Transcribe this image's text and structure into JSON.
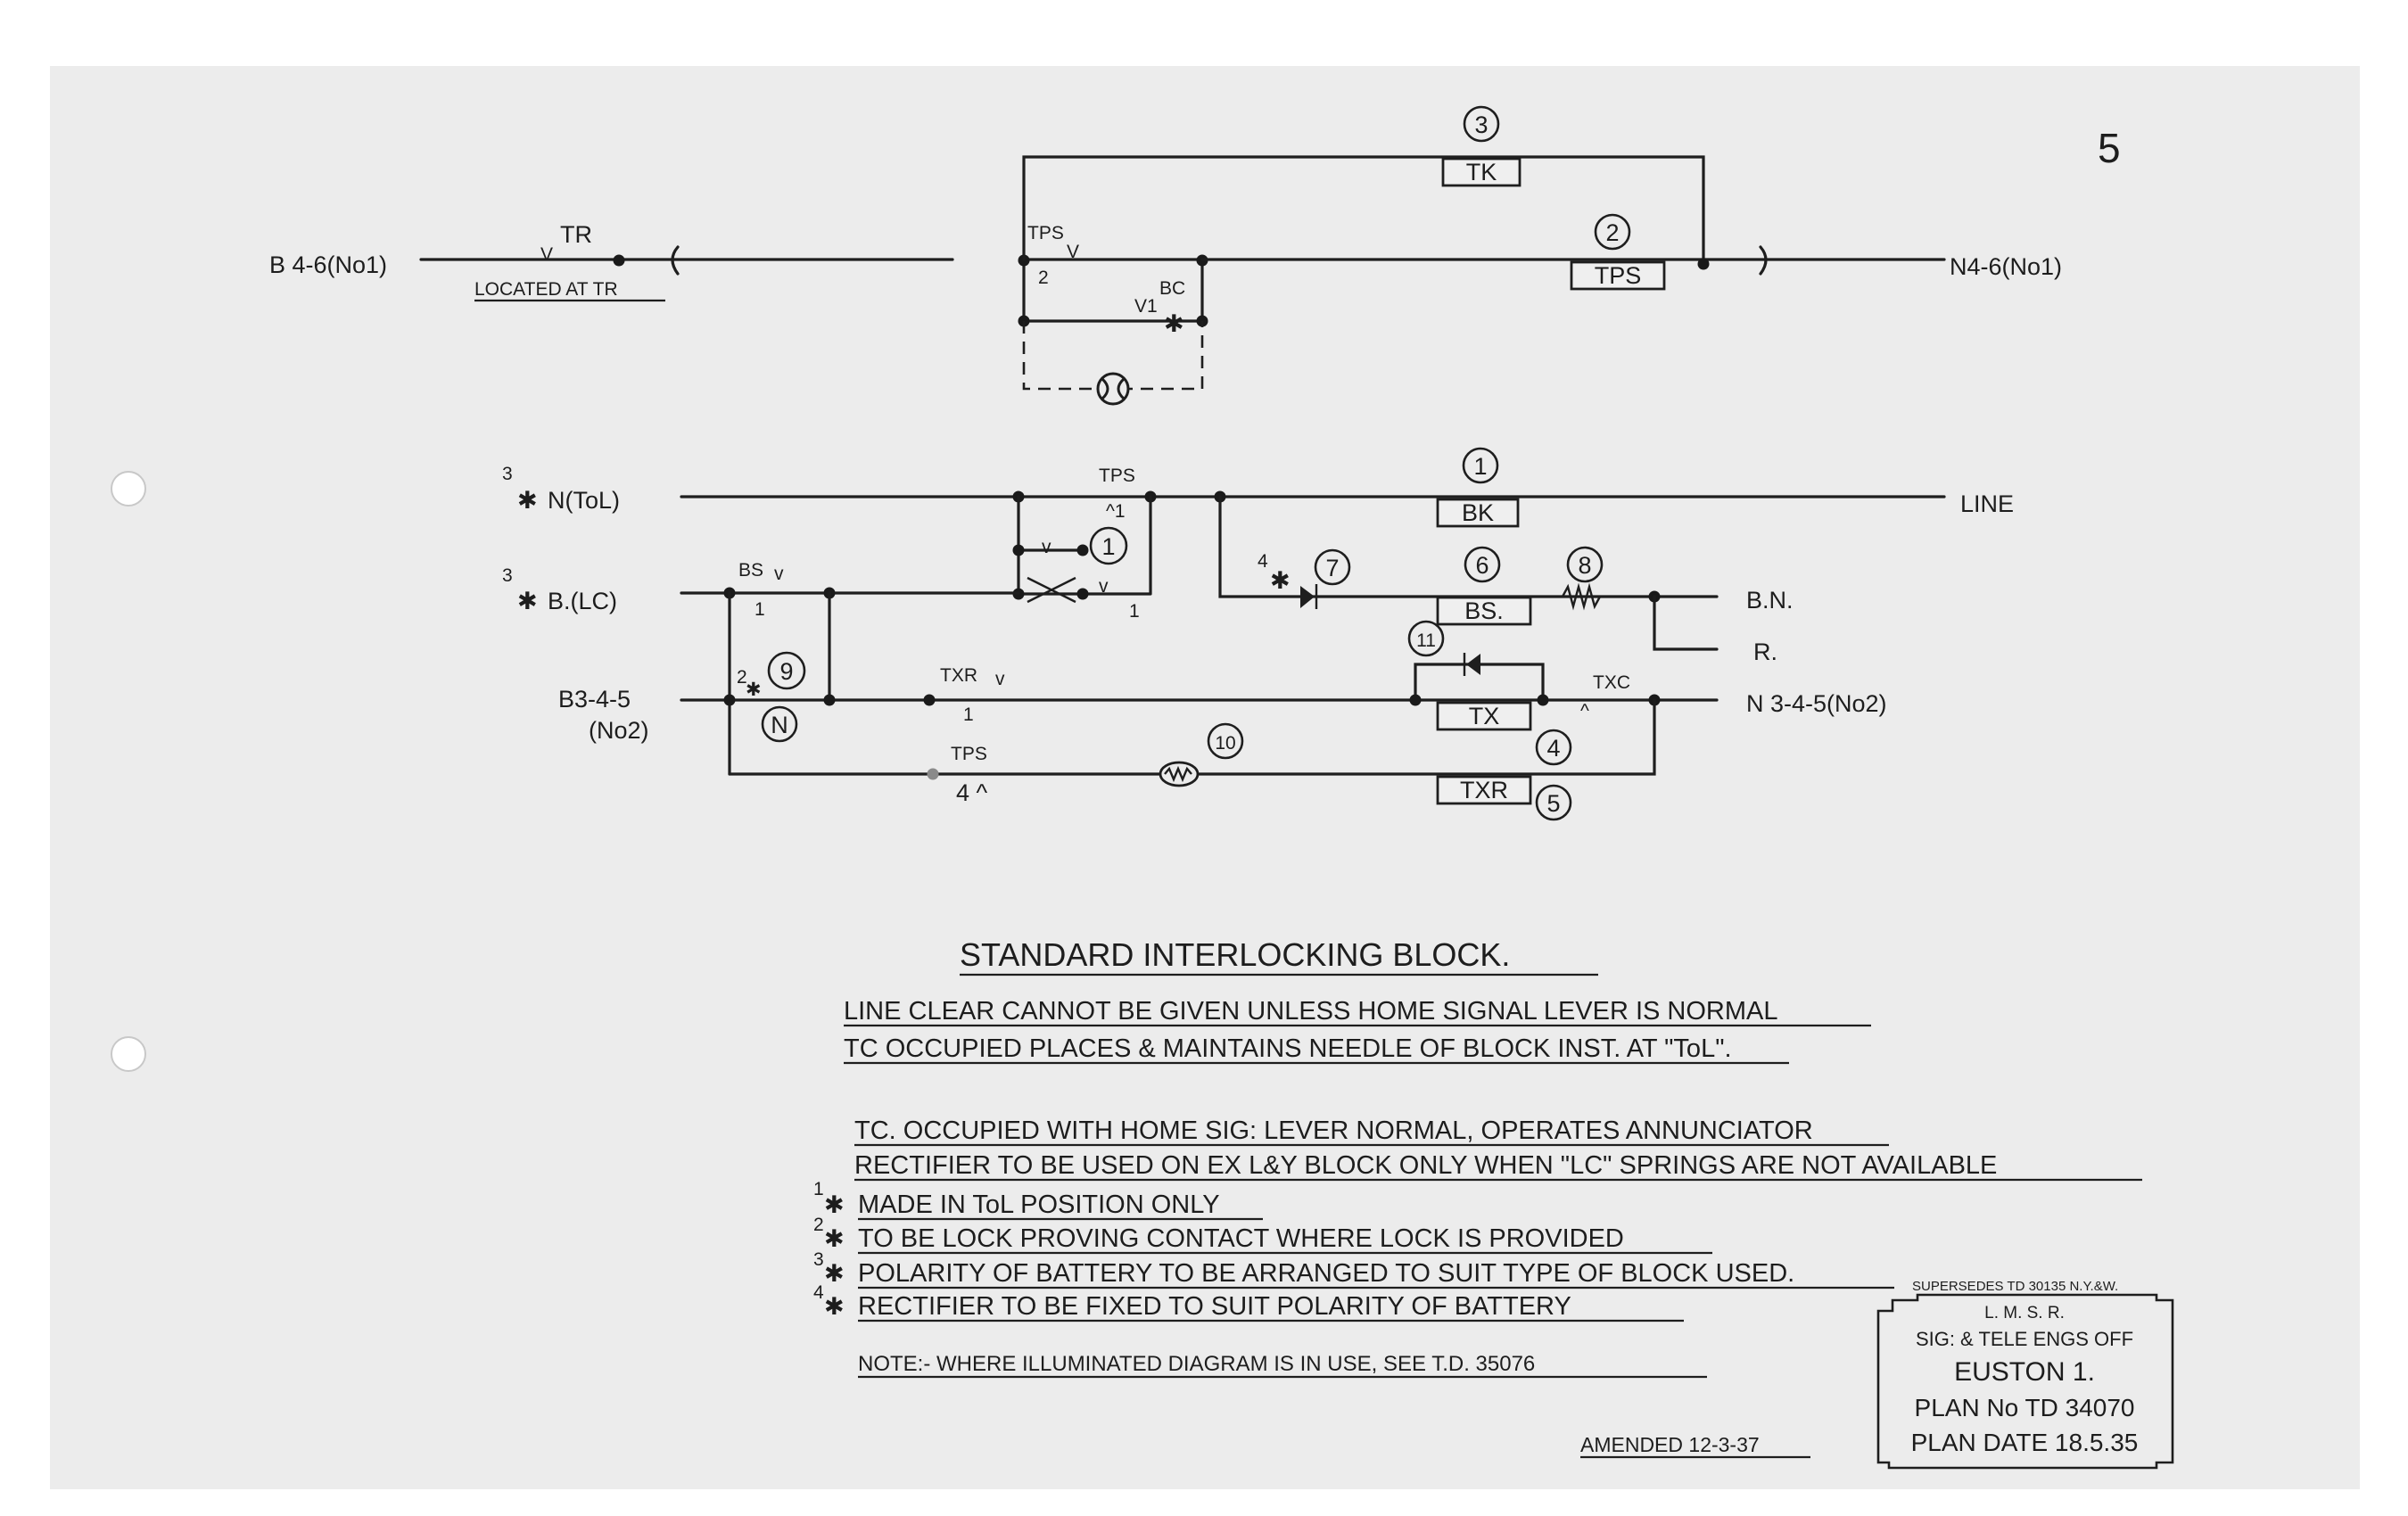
{
  "page_number": "5",
  "upper_circuit": {
    "left_terminal": "B 4-6(No1)",
    "right_terminal": "N4-6(No1)",
    "tr_label": "TR",
    "tr_sub": "V",
    "located_note": "LOCATED AT TR",
    "tps_label": "TPS",
    "tps_sub": "V",
    "tps_num": "2",
    "bc_label": "BC",
    "v1_label": "V1",
    "tk_box": "TK",
    "tps_box": "TPS",
    "circle_3": "3",
    "circle_2": "2"
  },
  "lower_circuit": {
    "left_labels": {
      "n_tol": "N(ToL)",
      "b_lc": "B.(LC)",
      "b3": "B3-4-5",
      "no2": "(No2)"
    },
    "sup3a": "3",
    "sup3b": "3",
    "sup2": "2",
    "sup4": "4",
    "right_labels": {
      "line": "LINE",
      "bn": "B.N.",
      "r": "R.",
      "n3": "N 3-4-5(No2)"
    },
    "contacts": {
      "tps_top": "TPS",
      "tps_top_sub": "^1",
      "bs": "BS",
      "bs_sub": "v",
      "bs_num": "1",
      "v_upper": "v",
      "v_lower": "v",
      "num_1": "1",
      "txr": "TXR",
      "txr_sub": "v",
      "txr_num": "1",
      "tps_bottom": "TPS",
      "tps_bottom_sub": "4 ^",
      "txc": "TXC",
      "txc_sub": "^"
    },
    "boxes": {
      "bk": "BK",
      "bs": "BS.",
      "tx": "TX",
      "txr": "TXR"
    },
    "circles": [
      "1",
      "1",
      "6",
      "7",
      "8",
      "9",
      "N",
      "10",
      "11",
      "4",
      "5"
    ]
  },
  "title": "STANDARD INTERLOCKING BLOCK.",
  "notes_block_1": [
    "LINE CLEAR CANNOT BE GIVEN UNLESS HOME SIGNAL LEVER IS NORMAL",
    "TC OCCUPIED PLACES & MAINTAINS NEEDLE OF BLOCK INST. AT \"ToL\"."
  ],
  "notes_block_2": [
    "TC. OCCUPIED WITH HOME SIG: LEVER NORMAL, OPERATES ANNUNCIATOR",
    "RECTIFIER TO BE USED ON EX L&Y BLOCK ONLY WHEN \"LC\" SPRINGS ARE NOT AVAILABLE"
  ],
  "footnotes": [
    {
      "mark": "1",
      "text": "MADE IN ToL POSITION ONLY"
    },
    {
      "mark": "2",
      "text": "TO BE LOCK PROVING CONTACT WHERE LOCK IS PROVIDED"
    },
    {
      "mark": "3",
      "text": "POLARITY OF BATTERY TO BE ARRANGED TO SUIT TYPE OF BLOCK USED."
    },
    {
      "mark": "4",
      "text": "RECTIFIER TO BE FIXED TO SUIT POLARITY OF BATTERY"
    }
  ],
  "final_note": "NOTE:- WHERE ILLUMINATED DIAGRAM IS IN USE, SEE T.D. 35076",
  "stamp": {
    "supersedes": "SUPERSEDES TD 30135 N.Y.&W.",
    "lines": [
      "L. M. S. R.",
      "SIG: & TELE ENGS OFF",
      "EUSTON 1.",
      "PLAN No TD 34070",
      "PLAN DATE 18.5.35"
    ]
  },
  "amended": "AMENDED 12-3-37"
}
